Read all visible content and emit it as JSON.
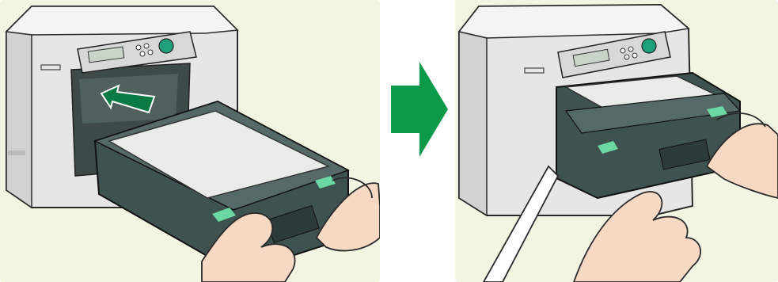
{
  "scene": {
    "background_color": "#f1f5e1",
    "arrow_color": "#0a9a4a",
    "insert_arrow_color": "#0a7a44",
    "tray_color": "#3e5250",
    "tray_top_color": "#556a67",
    "paper_color": "#e8ebe8",
    "skin_color": "#f7d8c3",
    "printer_body_color": "#e4e4e4",
    "panel_button_color": "#1fa07a",
    "icons": [
      "printer-illustration",
      "paper-tray",
      "hand",
      "push-arrow-icon",
      "next-step-arrow-icon",
      "callout-pointer"
    ]
  }
}
